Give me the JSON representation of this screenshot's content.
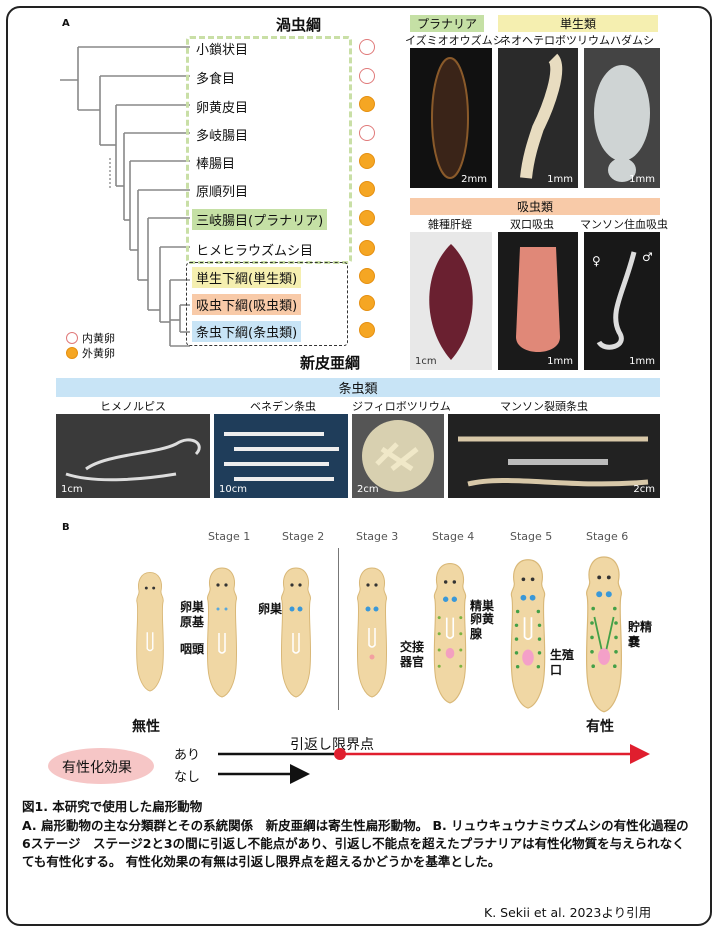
{
  "panel_a": {
    "letter": "A",
    "class_label": "渦虫綱",
    "subclass_label": "新皮亜綱",
    "taxa": [
      {
        "name": "小鎖状目",
        "egg": "内黄卵"
      },
      {
        "name": "多食目",
        "egg": "内黄卵"
      },
      {
        "name": "卵黄皮目",
        "egg": "外黄卵"
      },
      {
        "name": "多岐腸目",
        "egg": "内黄卵"
      },
      {
        "name": "棒腸目",
        "egg": "外黄卵"
      },
      {
        "name": "原順列目",
        "egg": "外黄卵"
      },
      {
        "name": "三岐腸目(プラナリア)",
        "egg": "外黄卵"
      },
      {
        "name": "ヒメヒラウズムシ目",
        "egg": "外黄卵"
      },
      {
        "name": "単生下綱(単生類)",
        "egg": "外黄卵"
      },
      {
        "name": "吸虫下綱(吸虫類)",
        "egg": "外黄卵"
      },
      {
        "name": "条虫下綱(条虫類)",
        "egg": "外黄卵"
      }
    ],
    "legend": {
      "endo": "内黄卵",
      "ecto": "外黄卵"
    },
    "colors": {
      "planaria": "#c5e0a5",
      "monogenea": "#f5efb0",
      "trematoda": "#f8caa8",
      "cestoda": "#c8e4f6",
      "ecto": "#f5a623"
    }
  },
  "photos": {
    "planaria_head": "プラナリア",
    "monogenea_head": "単生類",
    "species1": "イズミオオウズムシ",
    "species2": "ネオヘテロボツリウム",
    "species3": "ハダムシ",
    "trematoda_head": "吸虫類",
    "tr1": "雑種肝蛭",
    "tr2": "双口吸虫",
    "tr3": "マンソン住血吸虫",
    "female": "♀",
    "male": "♂",
    "cestoda_head": "条虫類",
    "ce1": "ヒメノルピス",
    "ce2": "ベネデン条虫",
    "ce3": "ジフィロボツリウム",
    "ce4": "マンソン裂頭条虫",
    "scales": [
      "2mm",
      "1mm",
      "1mm",
      "1cm",
      "1mm",
      "1mm",
      "1cm",
      "10cm",
      "2cm",
      "2cm"
    ]
  },
  "panel_b": {
    "letter": "B",
    "stages": [
      "Stage 1",
      "Stage 2",
      "Stage 3",
      "Stage 4",
      "Stage 5",
      "Stage 6"
    ],
    "labels": {
      "ovary_primordium": "卵巣\n原基",
      "ovary": "卵巣",
      "pharynx": "咽頭",
      "testis": "精巣",
      "yolk_gland": "卵黄\n腺",
      "copulatory": "交接\n器官",
      "genital_pore": "生殖\n口",
      "seminal": "貯精\n嚢"
    },
    "asexual": "無性",
    "sexual": "有性",
    "point_of_no_return": "引返し限界点",
    "effect_label": "有性化効果",
    "yes": "あり",
    "no": "なし"
  },
  "caption": {
    "title": "図1. 本研究で使用した扁形動物",
    "body": "A. 扁形動物の主な分類群とその系統関係　新皮亜綱は寄生性扁形動物。 B. リュウキュウナミウズムシの有性化過程の6ステージ　ステージ2と3の間に引返し不能点があり、引返し不能点を超えたプラナリアは有性化物質を与えられなくても有性化する。 有性化効果の有無は引返し限界点を超えるかどうかを基準とした。",
    "credit": "K. Sekii et al. 2023より引用"
  }
}
